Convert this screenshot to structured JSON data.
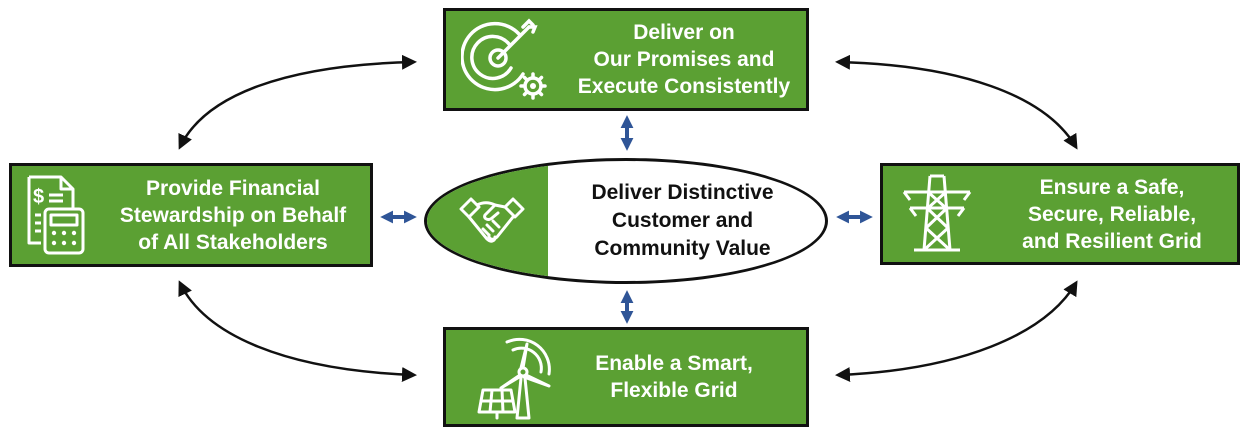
{
  "center": {
    "line1": "Deliver Distinctive",
    "line2": "Customer and",
    "line3": "Community Value",
    "icon": "handshake-icon"
  },
  "top": {
    "line1": "Deliver on",
    "line2": "Our Promises and",
    "line3": "Execute Consistently",
    "icon": "target-gear-icon"
  },
  "left": {
    "line1": "Provide Financial",
    "line2": "Stewardship on Behalf",
    "line3": "of All Stakeholders",
    "icon": "invoice-calculator-icon"
  },
  "right": {
    "line1": "Ensure a Safe,",
    "line2": "Secure, Reliable,",
    "line3": "and Resilient Grid",
    "icon": "transmission-tower-icon"
  },
  "bottom": {
    "line1": "Enable a Smart,",
    "line2": "Flexible Grid",
    "icon": "wind-solar-icon"
  },
  "colors": {
    "box_green": "#5ba033",
    "border": "#111111",
    "double_arrow_blue": "#2f5597",
    "curved_arrow": "#111111"
  }
}
